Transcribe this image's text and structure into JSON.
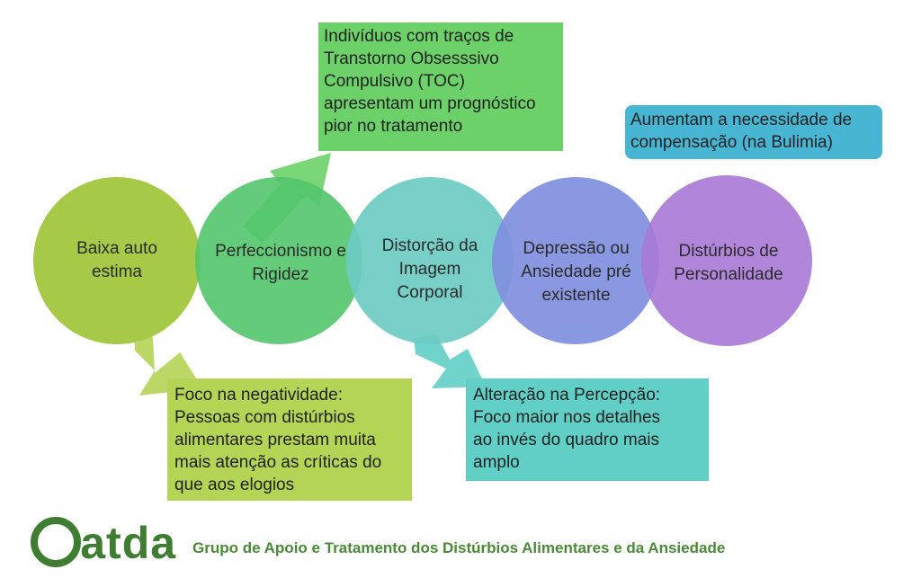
{
  "circles": [
    {
      "label": "Baixa auto\nestima",
      "color": "#a6c947"
    },
    {
      "label": "Perfeccionismo e\nRigidez",
      "color": "#5fc56a"
    },
    {
      "label": "Distorção da\nImagem\nCorporal",
      "color": "#6dcbc2"
    },
    {
      "label": "Depressão ou\nAnsiedade pré\nexistente",
      "color": "#7f92dd"
    },
    {
      "label": "Distúrbios de\nPersonalidade",
      "color": "#a979d6"
    }
  ],
  "notes": {
    "toc": {
      "text": "Indivíduos com traços de\nTranstorno Obsesssivo\nCompulsivo (TOC)\napresentam um prognóstico\npior no tratamento",
      "color": "#6bd168"
    },
    "bulimia": {
      "text": "Aumentam a necessidade de\ncompensação (na Bulimia)",
      "color": "#48b5d3"
    },
    "negatividade": {
      "text": "Foco na negatividade:\nPessoas com distúrbios\nalimentares prestam muita\nmais atenção as críticas do\nque aos elogios",
      "color": "#b4d455"
    },
    "percepcao": {
      "text": "Alteração na Percepção:\nFoco maior nos detalhes\nao invés do quadro mais\namplo",
      "color": "#62cfc6"
    }
  },
  "logo": {
    "g": "G",
    "rest": "atda",
    "color": "#3f7d32"
  },
  "footer": {
    "text": "Grupo de Apoio e Tratamento dos Distúrbios Alimentares e da Ansiedade"
  }
}
